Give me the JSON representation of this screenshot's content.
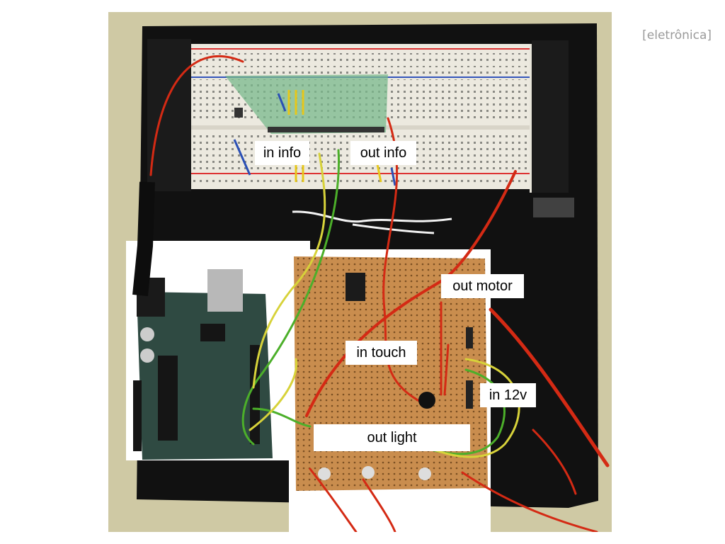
{
  "slide": {
    "tag": "[eletrônica]"
  },
  "photo": {
    "description_icon": "arduino-breadboard-photo"
  },
  "labels": {
    "in_info": "in info",
    "out_info": "out info",
    "out_motor": "out motor",
    "in_touch": "in touch",
    "in_12v": "in 12v",
    "out_light": "out light"
  },
  "colors": {
    "wall": "#cfc9a4",
    "board_base": "#111111",
    "breadboard": "#ece9df",
    "arduino": "#2f4a42",
    "perfboard": "#c98d4e",
    "wire_red": "#d42a14",
    "wire_green": "#4caf2a",
    "wire_yellow": "#d7d23a"
  }
}
